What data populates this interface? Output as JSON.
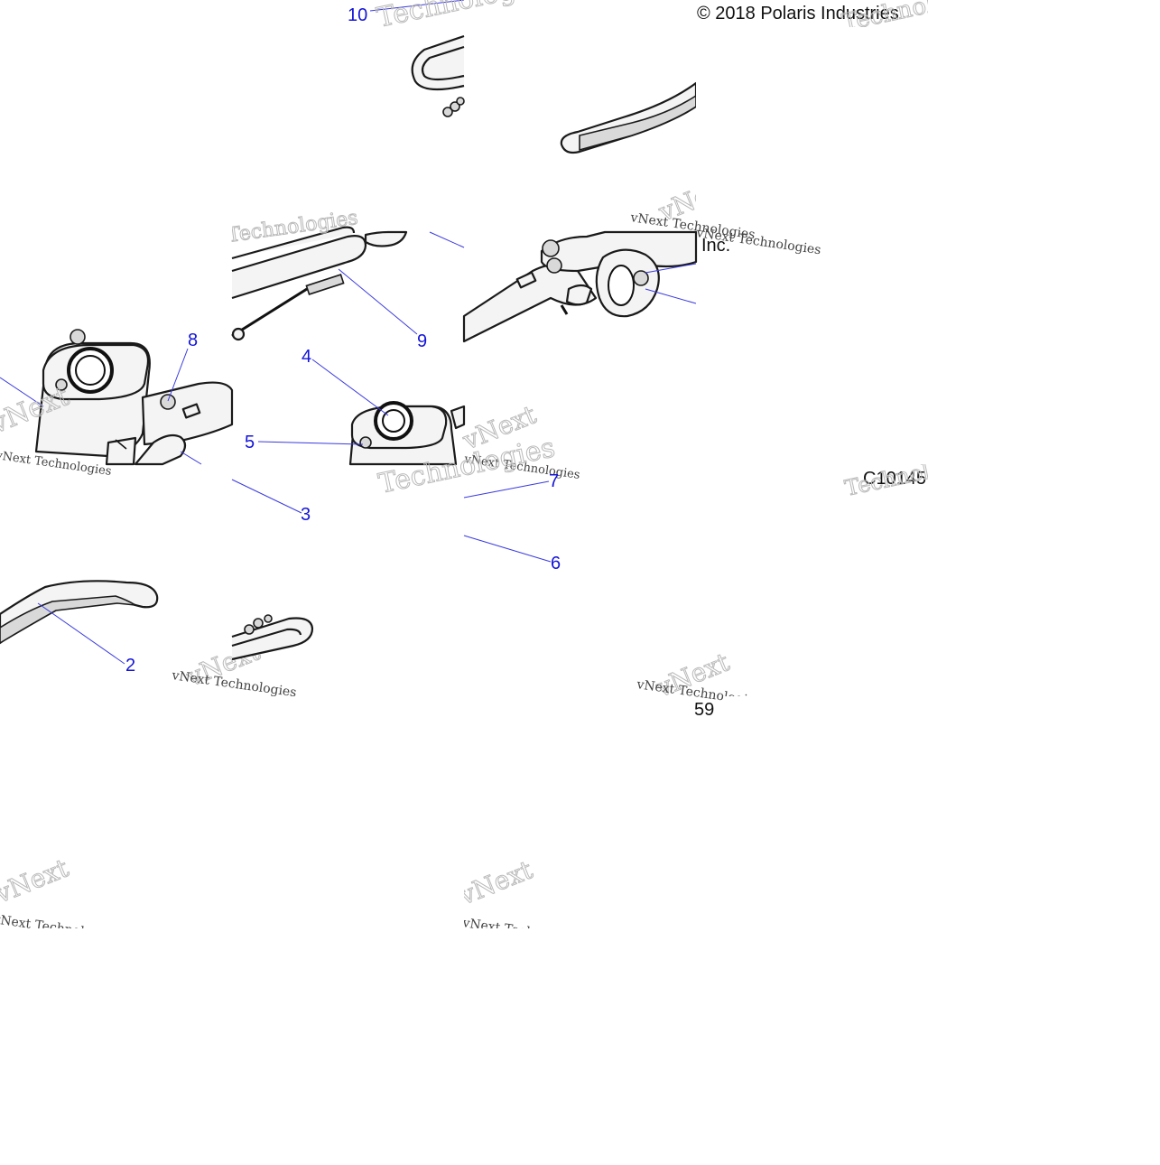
{
  "copyright": "© 2018 Polaris Industries",
  "copyright_suffix": "Inc.",
  "diagram_code": "C10145",
  "page_fragment": "59",
  "callouts": [
    "10",
    "9",
    "8",
    "4",
    "5",
    "3",
    "7",
    "6",
    "2"
  ],
  "watermark": {
    "brand_outline": "vNext",
    "brand_outline_2": "Technologies",
    "brand_small": "vNext Technologies"
  },
  "colors": {
    "callout": "#1414d8",
    "leader": "#3a3ae0",
    "line_art": "#1a1a1a",
    "watermark": "#b9b9b9"
  }
}
